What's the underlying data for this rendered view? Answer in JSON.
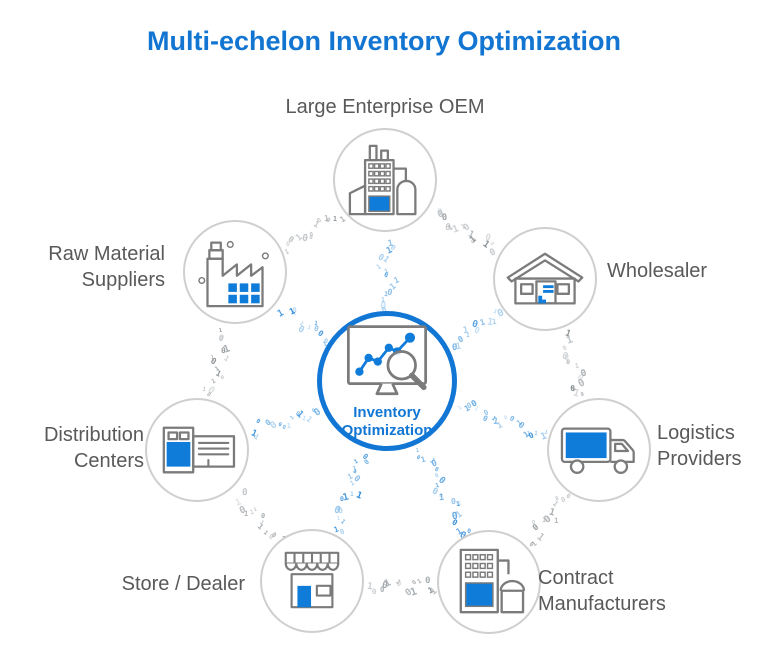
{
  "title": "Multi-echelon Inventory Optimization",
  "center": {
    "label_line1": "Inventory",
    "label_line2": "Optimization",
    "icon": "analytics-monitor-icon"
  },
  "nodes": [
    {
      "id": "oem",
      "label": "Large Enterprise OEM",
      "icon": "oem-factory-icon"
    },
    {
      "id": "wholesaler",
      "label": "Wholesaler",
      "icon": "warehouse-icon"
    },
    {
      "id": "logistics",
      "label": "Logistics Providers",
      "icon": "delivery-truck-icon"
    },
    {
      "id": "contract",
      "label": "Contract Manufacturers",
      "icon": "manufacturing-plant-icon"
    },
    {
      "id": "store",
      "label": "Store / Dealer",
      "icon": "storefront-icon"
    },
    {
      "id": "distribution",
      "label": "Distribution Centers",
      "icon": "distribution-warehouse-icon"
    },
    {
      "id": "raw",
      "label": "Raw Material Suppliers",
      "icon": "raw-material-factory-icon"
    }
  ],
  "connections": {
    "spokes": [
      [
        "center",
        "oem"
      ],
      [
        "center",
        "wholesaler"
      ],
      [
        "center",
        "logistics"
      ],
      [
        "center",
        "contract"
      ],
      [
        "center",
        "store"
      ],
      [
        "center",
        "distribution"
      ],
      [
        "center",
        "raw"
      ]
    ],
    "ring": [
      [
        "oem",
        "wholesaler"
      ],
      [
        "wholesaler",
        "logistics"
      ],
      [
        "logistics",
        "contract"
      ],
      [
        "contract",
        "store"
      ],
      [
        "store",
        "distribution"
      ],
      [
        "distribution",
        "raw"
      ],
      [
        "raw",
        "oem"
      ]
    ]
  },
  "colors": {
    "title_blue": "#1375D2",
    "accent_blue": "#1176D4",
    "icon_fill_blue": "#0F7CD9",
    "icon_stroke_gray": "#7B7B7B",
    "label_gray": "#595959",
    "node_border_gray": "#CFCFCF",
    "stream_blue": [
      "#4C9CDF",
      "#7FB9E8",
      "#2E8BD8"
    ],
    "stream_gray": [
      "#9EA4A9",
      "#BCC1C5",
      "#8A9094"
    ]
  }
}
